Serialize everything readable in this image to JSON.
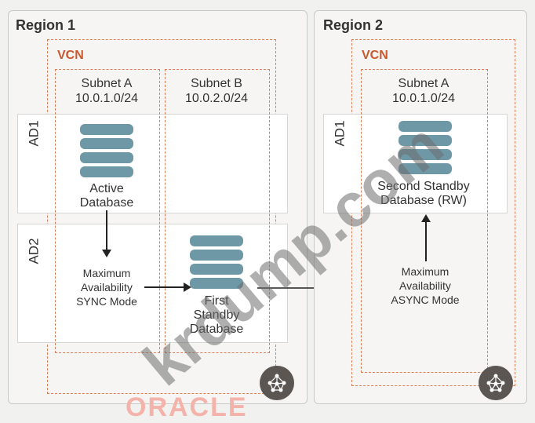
{
  "region1": {
    "title": "Region 1",
    "vcn_label": "VCN",
    "subnet_a": {
      "name": "Subnet A",
      "cidr": "10.0.1.0/24"
    },
    "subnet_b": {
      "name": "Subnet B",
      "cidr": "10.0.2.0/24"
    },
    "ad1_label": "AD1",
    "ad2_label": "AD2",
    "active_db": {
      "line1": "Active",
      "line2": "Database"
    },
    "sync_mode": {
      "line1": "Maximum",
      "line2": "Availability",
      "line3": "SYNC Mode"
    },
    "first_standby": {
      "line1": "First",
      "line2": "Standby",
      "line3": "Database"
    }
  },
  "region2": {
    "title": "Region 2",
    "vcn_label": "VCN",
    "subnet_a": {
      "name": "Subnet A",
      "cidr": "10.0.1.0/24"
    },
    "ad1_label": "AD1",
    "second_standby": {
      "line1": "Second Standby",
      "line2": "Database (RW)"
    },
    "async_mode": {
      "line1": "Maximum",
      "line2": "Availability",
      "line3": "ASYNC Mode"
    }
  },
  "logo": "ORACLE",
  "watermark": "krdump.com",
  "icons": {
    "database": "database-icon",
    "network_hub": "network-hub-icon"
  },
  "colors": {
    "vcn_border": "#d9805a",
    "database_fill": "#6f98a6",
    "hub_fill": "#5b5652",
    "logo": "#f4b3aa"
  }
}
